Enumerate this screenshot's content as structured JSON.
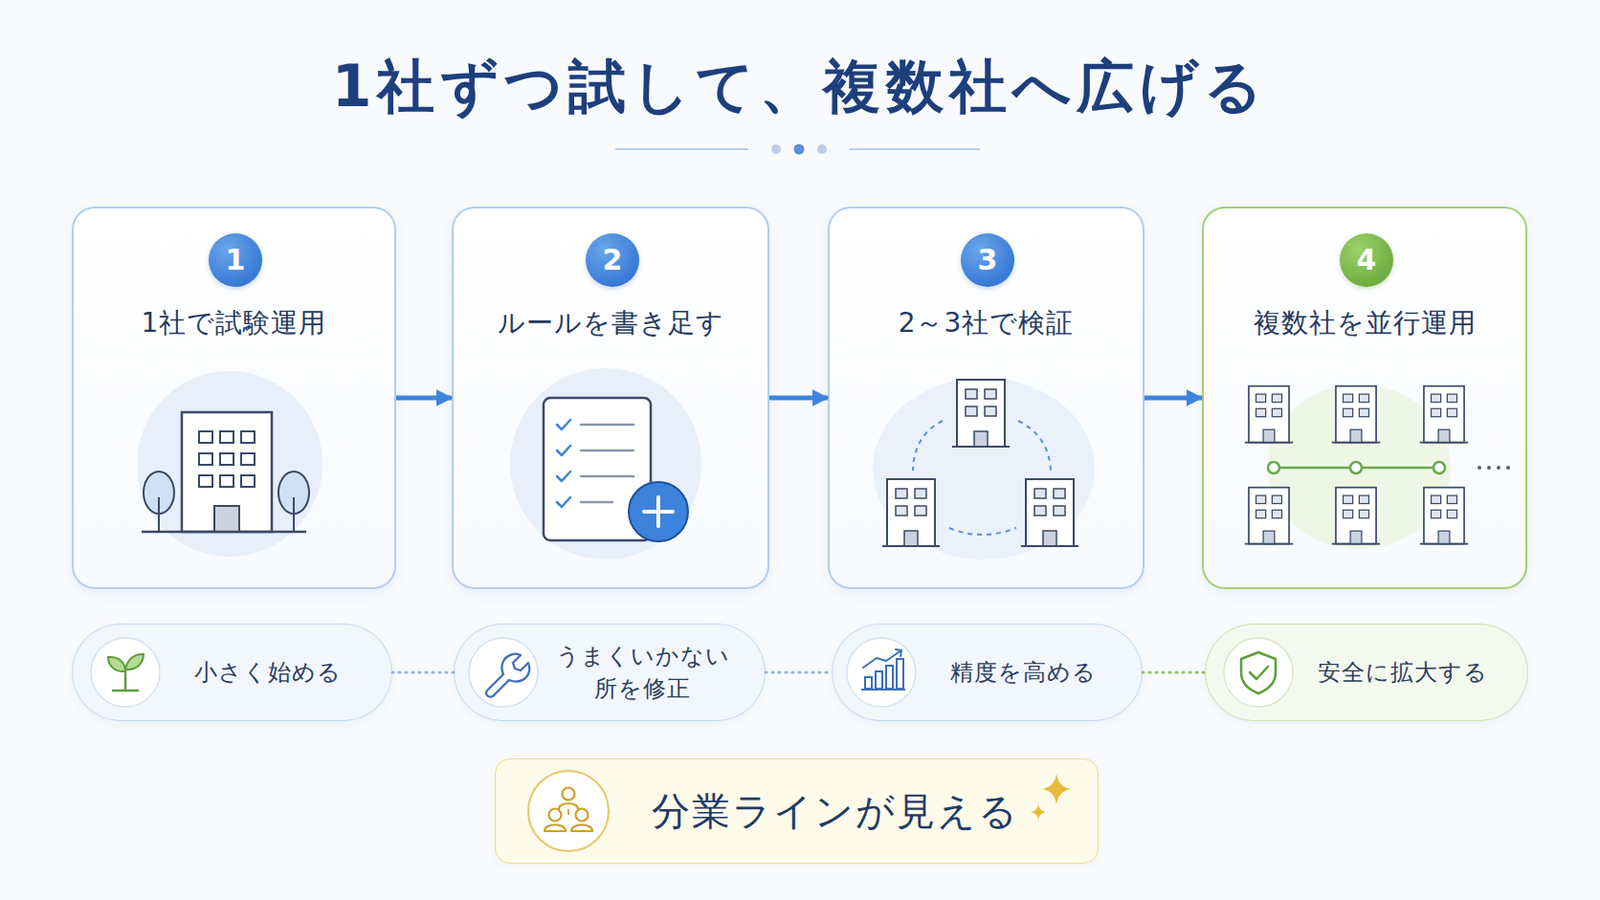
{
  "diagram": {
    "title": "1社ずつ試して、複数社へ広げる",
    "nodes": [
      {
        "text": [
          "1社で試験運用"
        ]
      },
      {
        "text": [
          "1"
        ],
        "in": 0
      },
      {
        "text": [
          "ルールを書き足す"
        ]
      },
      {
        "text": [
          "2"
        ],
        "in": 2
      },
      {
        "text": [
          "2～3社で検証"
        ]
      },
      {
        "text": [
          "3"
        ],
        "in": 4
      },
      {
        "text": [
          "複数社を並行運用"
        ]
      },
      {
        "text": [
          "4"
        ],
        "in": 6
      },
      {
        "text": [
          "小さく始める"
        ]
      },
      {
        "text": [
          "うまくいかない 所を修正"
        ]
      },
      {
        "text": [
          "精度を高める"
        ]
      },
      {
        "text": [
          "安全に拡大する"
        ]
      },
      {
        "text": [
          "分業ラインが見える"
        ]
      }
    ],
    "edges": [
      {
        "from": 0,
        "to": 2,
        "arrow": "to"
      },
      {
        "from": 2,
        "to": 4,
        "arrow": "to"
      },
      {
        "from": 4,
        "to": 6,
        "arrow": "to"
      },
      {
        "from": 8,
        "to": 9,
        "arrow": "none"
      },
      {
        "from": 9,
        "to": 10,
        "arrow": "none"
      },
      {
        "from": 10,
        "to": 11,
        "arrow": "none"
      }
    ]
  }
}
